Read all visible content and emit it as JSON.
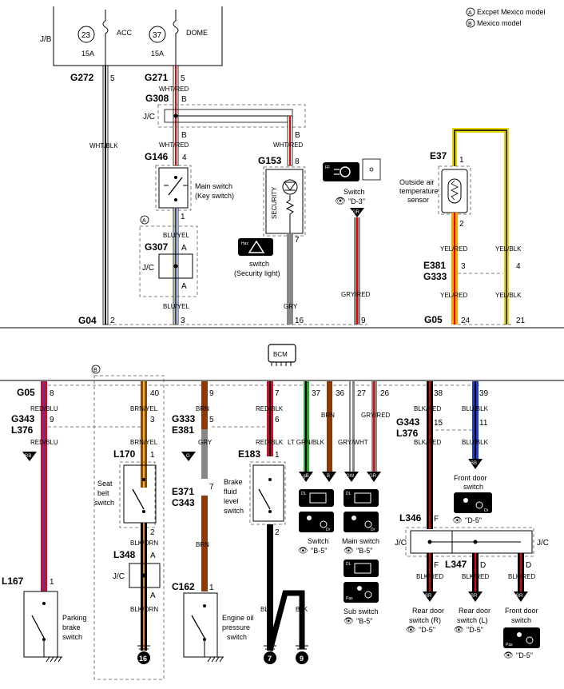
{
  "legend": {
    "a": "Excpet Mexico model",
    "b": "Mexico model",
    "a_mark": "A",
    "b_mark": "B"
  },
  "jb": {
    "label": "J/B",
    "acc_num": "23",
    "acc_label": "ACC",
    "acc_amp": "15A",
    "dome_num": "37",
    "dome_label": "DOME",
    "dome_amp": "15A"
  },
  "top": {
    "g272": "G272",
    "g272_pin": "5",
    "g271": "G271",
    "g271_pin": "5",
    "wht_blk": "WHT/BLK",
    "wht_red": "WHT/RED",
    "g308": "G308",
    "g308_pin": "B",
    "jc": "J/C",
    "jc_pin": "B",
    "wht_red2": "WHT/RED",
    "g146": "G146",
    "g146_pin4": "4",
    "main_switch": "Main switch",
    "key_switch": "(Key switch)",
    "g146_pin1": "1",
    "blu_yel": "BLU/YEL",
    "g307": "G307",
    "g307_pinA": "A",
    "g307_jc": "J/C",
    "g307_pinA2": "A",
    "blu_yel2": "BLU/YEL",
    "g153": "G153",
    "g153_pin8": "8",
    "security": "SECURITY",
    "g153_pin7": "7",
    "haz_badge": "Haz",
    "haz_switch": "switch",
    "security_light": "(Security light)",
    "gry": "GRY",
    "ff_badge": "FF",
    "switch": "Switch",
    "switch_ref": "\"D-3\"",
    "gr_tag": "GR",
    "gry_red": "GRY/RED",
    "e37": "E37",
    "e37_pin1": "1",
    "e37_pin2": "2",
    "oat1": "Outside air",
    "oat2": "temperature",
    "oat3": "sensor",
    "yel_red": "YEL/RED",
    "yel_blk": "YEL/BLK",
    "e381": "E381",
    "g333": "G333",
    "pin3": "3",
    "pin4": "4",
    "yel_red2": "YEL/RED",
    "yel_blk2": "YEL/BLK",
    "g04": "G04",
    "g04_p2": "2",
    "g04_p3": "3",
    "g04_p16": "16",
    "g04_p9": "9",
    "g05": "G05",
    "g05_p24": "24",
    "g05_p21": "21"
  },
  "bcm": "BCM",
  "bottom": {
    "g05": "G05",
    "p8": "8",
    "p40": "40",
    "p9": "9",
    "p7": "7",
    "p37": "37",
    "p36": "36",
    "p27": "27",
    "p26": "26",
    "p38": "38",
    "p39": "39",
    "red_blu": "RED/BLU",
    "brn_yel": "BRN/YEL",
    "brn": "BRN",
    "red_blk": "RED/BLK",
    "blk_red": "BLK/RED",
    "blu_blk": "BLU/BLK",
    "g343": "G343",
    "l376": "L376",
    "p9b": "9",
    "p3": "3",
    "g333": "G333",
    "e381": "E381",
    "p5": "5",
    "p6": "6",
    "g343b": "G343",
    "l376b": "L376",
    "p15": "15",
    "p11": "11",
    "red_blu2": "RED/BLU",
    "brn_yel2": "BRN/YEL",
    "gry": "GRY",
    "red_blk2": "RED/BLK",
    "lt_grn_blk": "LT GRN/BLK",
    "brn2": "BRN",
    "gry_wht": "GRY/WHT",
    "gry_red": "GRY/RED",
    "blk_red2": "BLK/RED",
    "blu_blk2": "BLU/BLK",
    "rb_tag": "RB",
    "g_tag": "G",
    "lgb_tag": "LgB",
    "b_tag": "B",
    "gw_tag": "GW",
    "gr_tag": "GR",
    "bb_tag": "BB",
    "l170": "L170",
    "l170_p1": "1",
    "l170_p2": "2",
    "seat1": "Seat",
    "seat2": "belt",
    "seat3": "switch",
    "blk_orn": "BLK/ORN",
    "l348": "L348",
    "l348_pA": "A",
    "l348_jc": "J/C",
    "l348_pA2": "A",
    "blk_orn2": "BLK/ORN",
    "e371": "E371",
    "c343": "C343",
    "p7b": "7",
    "brn3": "BRN",
    "e183": "E183",
    "e183_p1": "1",
    "e183_p2": "2",
    "brake1": "Brake",
    "brake2": "fluid",
    "brake3": "level",
    "brake4": "switch",
    "dl1": "DL",
    "dr1": "Dr",
    "sw1": "Switch",
    "sw1_ref": "\"B-5\"",
    "dl2": "DL",
    "dr2": "Dr",
    "sw2": "Main switch",
    "sw2_ref": "\"B-5\"",
    "dl3": "DL",
    "pas3": "Pas",
    "sw3": "Sub switch",
    "sw3_ref": "\"B-5\"",
    "front1": "Front door",
    "front2": "switch",
    "front_ref": "\"D-5\"",
    "dr4": "Dr",
    "l346": "L346",
    "l346_pF": "F",
    "l346_jc": "J/C",
    "l346_jc2": "J/C",
    "l347": "L347",
    "l347_pD": "D",
    "l346_pF2": "F",
    "l346_pD2": "D",
    "blk_red3": "BLK/RED",
    "blk_red4": "BLK/RED",
    "blk_red5": "BLK/RED",
    "br_tag": "BR",
    "rd_r1": "Rear door",
    "rd_r2": "switch (R)",
    "rd_r_ref": "\"D-5\"",
    "rd_l1": "Rear door",
    "rd_l2": "switch (L)",
    "rd_l_ref": "\"D-5\"",
    "fd1": "Front door",
    "fd2": "switch",
    "fd_ref": "\"D-5\"",
    "pas5": "Pas",
    "l167": "L167",
    "l167_p1": "1",
    "park1": "Parking",
    "park2": "brake",
    "park3": "switch",
    "c162": "C162",
    "c162_p1": "1",
    "oil1": "Engine oil",
    "oil2": "pressure",
    "oil3": "switch",
    "blk1": "BLK",
    "blk2": "BLK",
    "gnd16": "16",
    "gnd7": "7",
    "gnd9": "9"
  }
}
